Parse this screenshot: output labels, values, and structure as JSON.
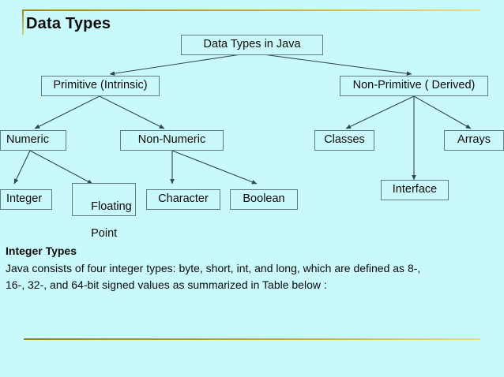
{
  "slide": {
    "title": "Data Types",
    "background_color": "#c9f9fb",
    "rule_color": "#c4ae37",
    "box_border_color": "#5d7d7e"
  },
  "diagram": {
    "type": "tree",
    "nodes": {
      "root": "Data Types in Java",
      "primitive": "Primitive (Intrinsic)",
      "non_primitive": "Non-Primitive ( Derived)",
      "numeric": "Numeric",
      "non_numeric": "Non-Numeric",
      "classes": "Classes",
      "arrays": "Arrays",
      "interface": "Interface",
      "integer": "Integer",
      "floating_point_line1": "Floating",
      "floating_point_line2": "Point",
      "character": "Character",
      "boolean": "Boolean"
    },
    "edges": [
      {
        "from": "root",
        "to": "primitive"
      },
      {
        "from": "root",
        "to": "non_primitive"
      },
      {
        "from": "primitive",
        "to": "numeric"
      },
      {
        "from": "primitive",
        "to": "non_numeric"
      },
      {
        "from": "non_primitive",
        "to": "classes"
      },
      {
        "from": "non_primitive",
        "to": "interface"
      },
      {
        "from": "non_primitive",
        "to": "arrays"
      },
      {
        "from": "numeric",
        "to": "integer"
      },
      {
        "from": "numeric",
        "to": "floating_point"
      },
      {
        "from": "non_numeric",
        "to": "character"
      },
      {
        "from": "non_numeric",
        "to": "boolean"
      }
    ]
  },
  "body": {
    "heading": "Integer Types",
    "line1": "Java consists of four integer types: byte, short, int, and long, which are defined as 8-,",
    "line2": "16-, 32-, and 64-bit signed values as summarized in Table below :"
  }
}
